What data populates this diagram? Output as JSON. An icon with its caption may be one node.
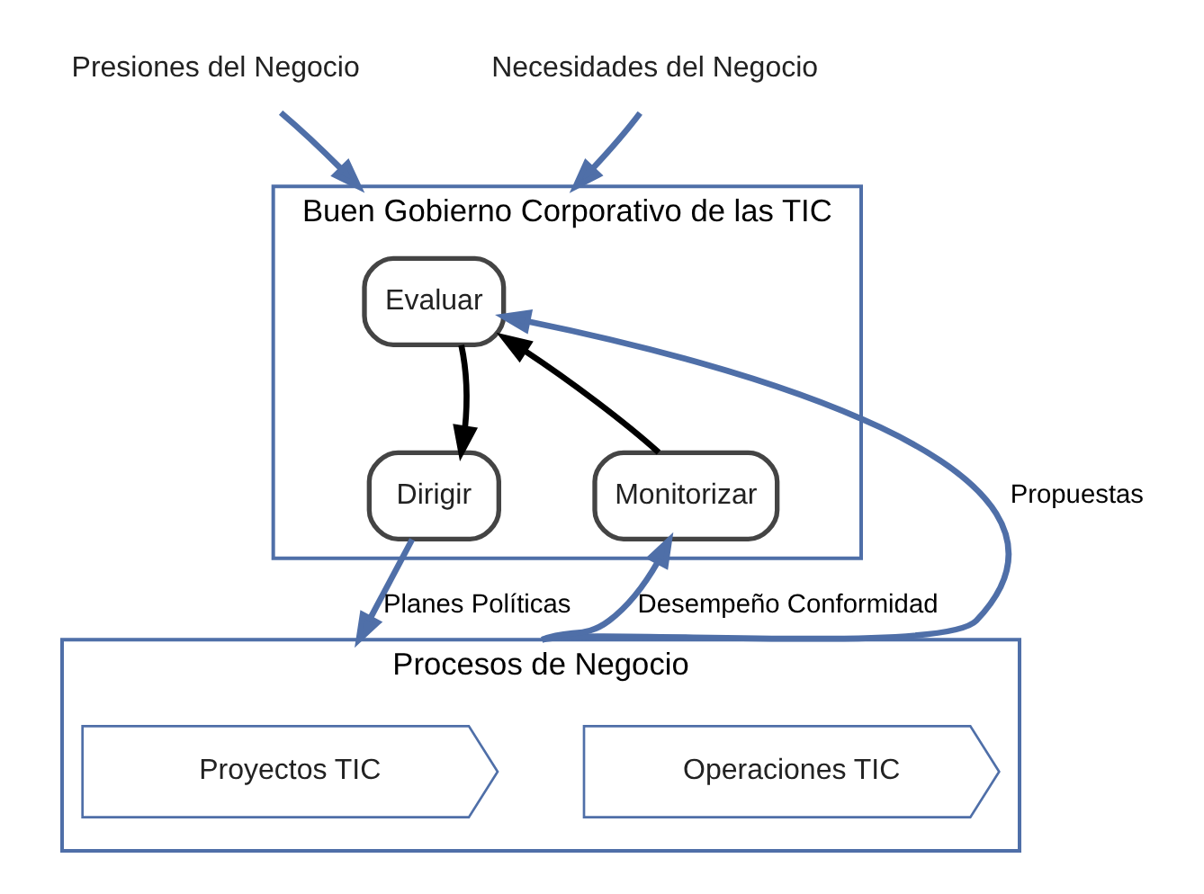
{
  "diagram": {
    "nodes": [
      {
        "text": [
          "Buen Gobierno Corporativo de las TIC"
        ]
      },
      {
        "text": [
          "Evaluar"
        ],
        "in": 0
      },
      {
        "text": [
          "Dirigir"
        ],
        "in": 0
      },
      {
        "text": [
          "Monitorizar"
        ],
        "in": 0
      },
      {
        "text": [
          "Presiones del Negocio"
        ]
      },
      {
        "text": [
          "Necesidades del Negocio"
        ]
      },
      {
        "text": [
          "Procesos de Negocio"
        ]
      },
      {
        "text": [
          "Proyectos TIC"
        ],
        "in": 6
      },
      {
        "text": [
          "Operaciones TIC"
        ],
        "in": 6
      }
    ],
    "edges": [
      {
        "from": 1,
        "to": 2,
        "arrow": "to",
        "color": "#000000"
      },
      {
        "from": 3,
        "to": 1,
        "arrow": "to",
        "color": "#000000"
      },
      {
        "from": 4,
        "to": 0,
        "arrow": "to"
      },
      {
        "from": 5,
        "to": 0,
        "arrow": "to"
      },
      {
        "from": 2,
        "to": 6,
        "arrow": "to",
        "label": "Planes Políticas"
      },
      {
        "from": 6,
        "to": 1,
        "arrow": "to",
        "label": "Propuestas"
      },
      {
        "from": 6,
        "to": 3,
        "arrow": "to",
        "label": "Desempeño Conformidad"
      }
    ]
  }
}
